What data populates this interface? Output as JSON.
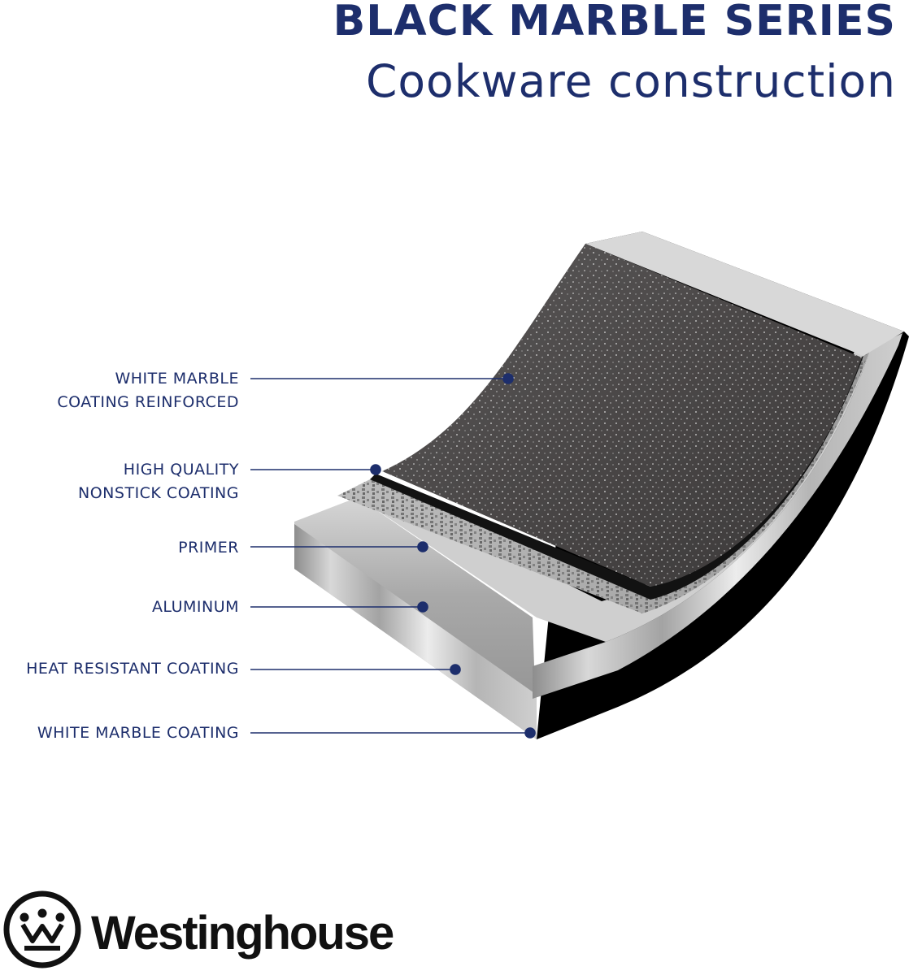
{
  "header": {
    "title": "BLACK MARBLE SERIES",
    "subtitle": "Cookware construction"
  },
  "layers": [
    {
      "line1": "WHITE MARBLE",
      "line2": "COATING REINFORCED"
    },
    {
      "line1": "HIGH QUALITY",
      "line2": "NONSTICK COATING"
    },
    {
      "line1": "PRIMER"
    },
    {
      "line1": "ALUMINUM"
    },
    {
      "line1": "HEAT RESISTANT COATING"
    },
    {
      "line1": "WHITE MARBLE COATING"
    }
  ],
  "brand": {
    "name": "Westinghouse",
    "logo_icon": "westinghouse-w-logo-icon"
  },
  "colors": {
    "text_navy": "#1d2e6c",
    "leader_dot": "#1d2e6c",
    "marble_surface": "#4a4848",
    "metal_silver": "#c8c8c8",
    "brand_black": "#111111"
  }
}
